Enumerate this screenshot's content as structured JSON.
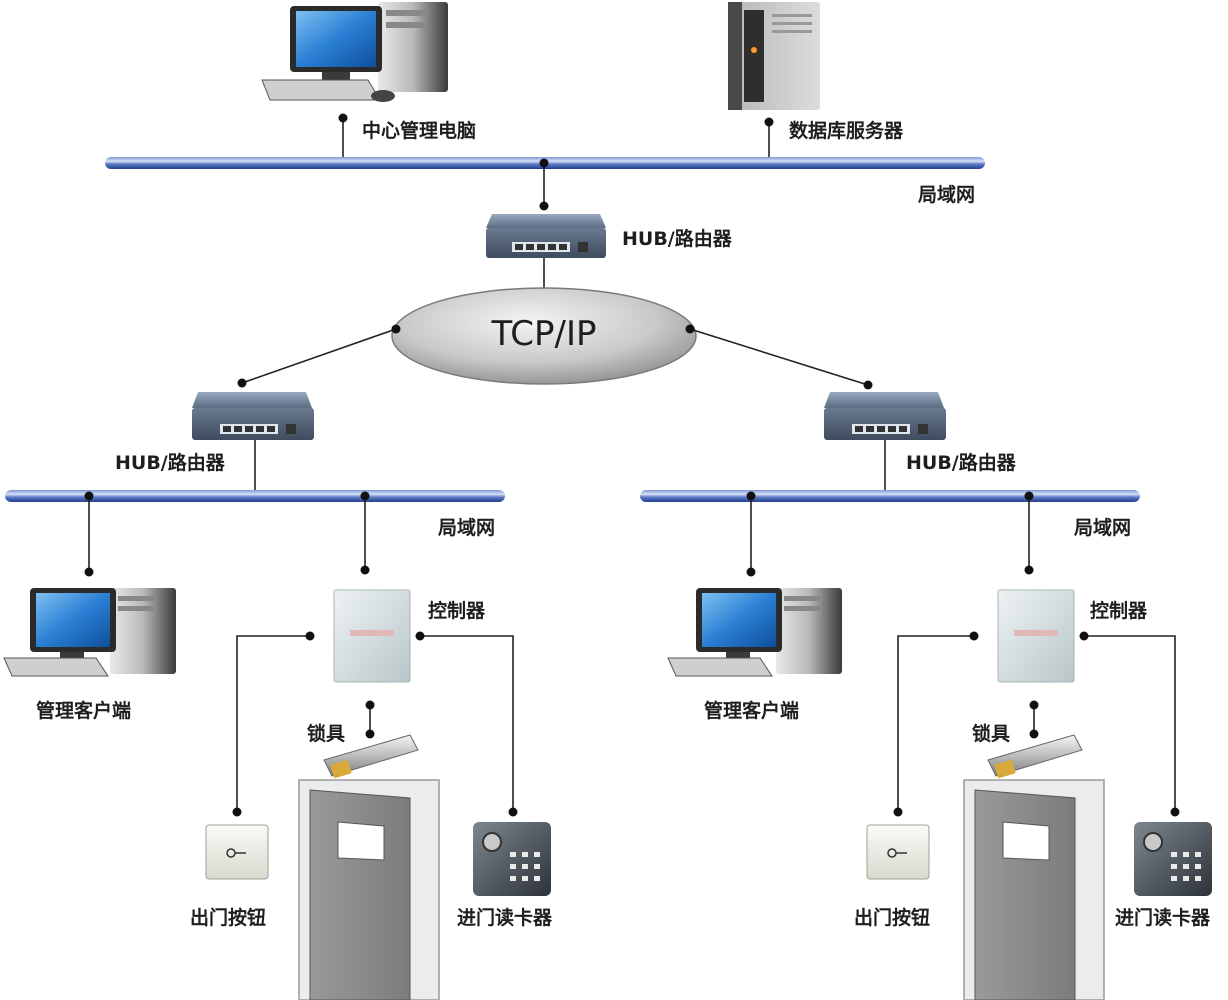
{
  "top": {
    "center_pc": "中心管理电脑",
    "db_server": "数据库服务器",
    "lan": "局域网",
    "hub": "HUB/路由器"
  },
  "core": {
    "protocol": "TCP/IP"
  },
  "left_branch": {
    "hub": "HUB/路由器",
    "lan": "局域网",
    "client": "管理客户端",
    "controller": "控制器",
    "lock": "锁具",
    "exit_button": "出门按钮",
    "card_reader": "进门读卡器"
  },
  "right_branch": {
    "hub": "HUB/路由器",
    "lan": "局域网",
    "client": "管理客户端",
    "controller": "控制器",
    "lock": "锁具",
    "exit_button": "出门按钮",
    "card_reader": "进门读卡器"
  },
  "colors": {
    "bus": "#3f5fb0",
    "bus_highlight": "#c9d6f2",
    "cloud": "#b8b8b8",
    "device_body": "#6f7f93",
    "monitor_screen": "#2f86d8",
    "door": "#8a8a8a"
  }
}
